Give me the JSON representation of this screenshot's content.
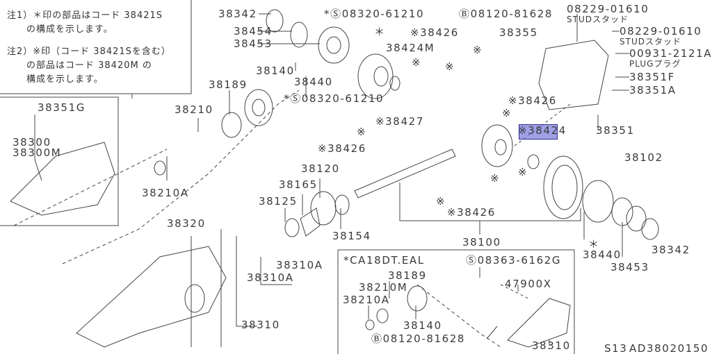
{
  "notes": [
    "注1）＊印の部品はコード 38421S",
    "　　の構成を示します。",
    "注2）※印（コード 38421Sを含む）",
    "　　の部品はコード 38420M の",
    "　　構成を示します。"
  ],
  "labels": [
    "38342",
    "*Ⓢ08320-61210",
    "Ⓑ08120-81628",
    "08229-01610",
    "STUDスタッド",
    "38454",
    "38453",
    "※38426",
    "38355",
    "08229-01610",
    "STUDスタッド",
    "38424M",
    "00931-2121A",
    "PLUGプラグ",
    "38140",
    "38189",
    "38440",
    "*Ⓢ08320-61210",
    "※38426",
    "38351F",
    "38351A",
    "38351G",
    "38210",
    "38300",
    "38300M",
    "※38427",
    "※38424",
    "38351",
    "※38426",
    "38102",
    "38120",
    "38210A",
    "38165",
    "38125",
    "※38426",
    "38320",
    "38154",
    "38100",
    "38440",
    "38342",
    "38453",
    "38310A",
    "38310A",
    "38310",
    "*CA18DT.EAL",
    "Ⓢ08363-6162G",
    "38189",
    "38210M",
    "47900X",
    "38210A",
    "38140",
    "Ⓑ08120-81628",
    "38310",
    "S13",
    "AD38020150",
    "※",
    "※",
    "※",
    "※",
    "※",
    "※",
    "※",
    "※",
    "＊",
    "＊"
  ],
  "highlighted_label": "※38424",
  "highlight_color": "#7878dc"
}
